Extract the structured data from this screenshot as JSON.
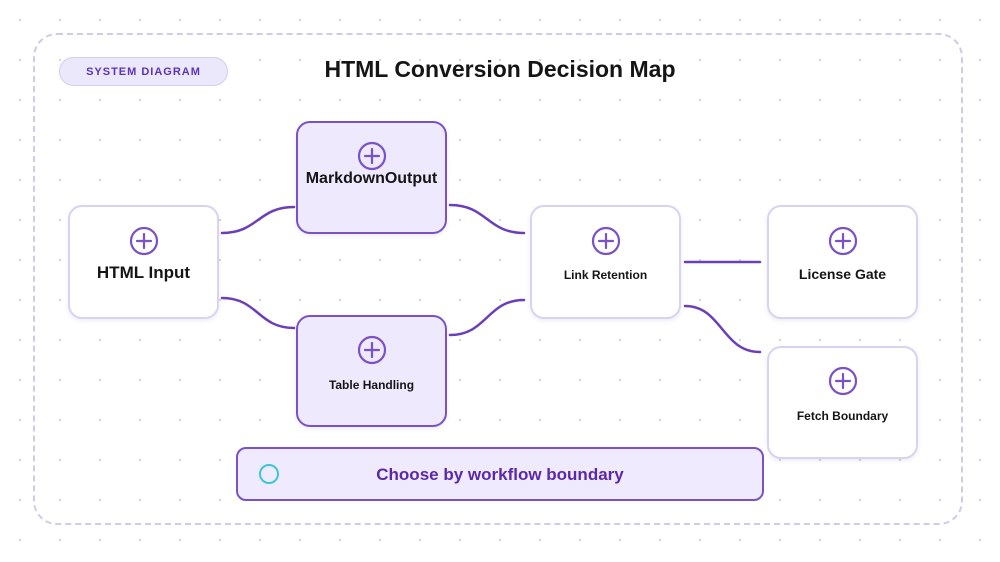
{
  "badge": "SYSTEM DIAGRAM",
  "title": "HTML Conversion Decision Map",
  "nodes": {
    "html_input": "HTML Input",
    "markdown_output": "MarkdownOutput",
    "table_handling": "Table Handling",
    "link_retention": "Link Retention",
    "license_gate": "License Gate",
    "fetch_boundary": "Fetch Boundary"
  },
  "edges": [
    {
      "from": "HTML Input",
      "to": "MarkdownOutput"
    },
    {
      "from": "HTML Input",
      "to": "Table Handling"
    },
    {
      "from": "MarkdownOutput",
      "to": "Link Retention"
    },
    {
      "from": "Table Handling",
      "to": "Link Retention"
    },
    {
      "from": "Link Retention",
      "to": "License Gate"
    },
    {
      "from": "Link Retention",
      "to": "Fetch Boundary"
    }
  ],
  "highlighted_nodes": [
    "MarkdownOutput",
    "Table Handling"
  ],
  "footer": "Choose by workflow boundary",
  "colors": {
    "accent": "#7a52c6",
    "node_fill_active": "#eee9fd",
    "node_border": "#d9d3f2",
    "footer_text": "#5a28a8",
    "ring": "#3cc6d6"
  },
  "icons": {
    "node_icon": "plus-circle-icon",
    "footer_icon": "circle-icon"
  }
}
